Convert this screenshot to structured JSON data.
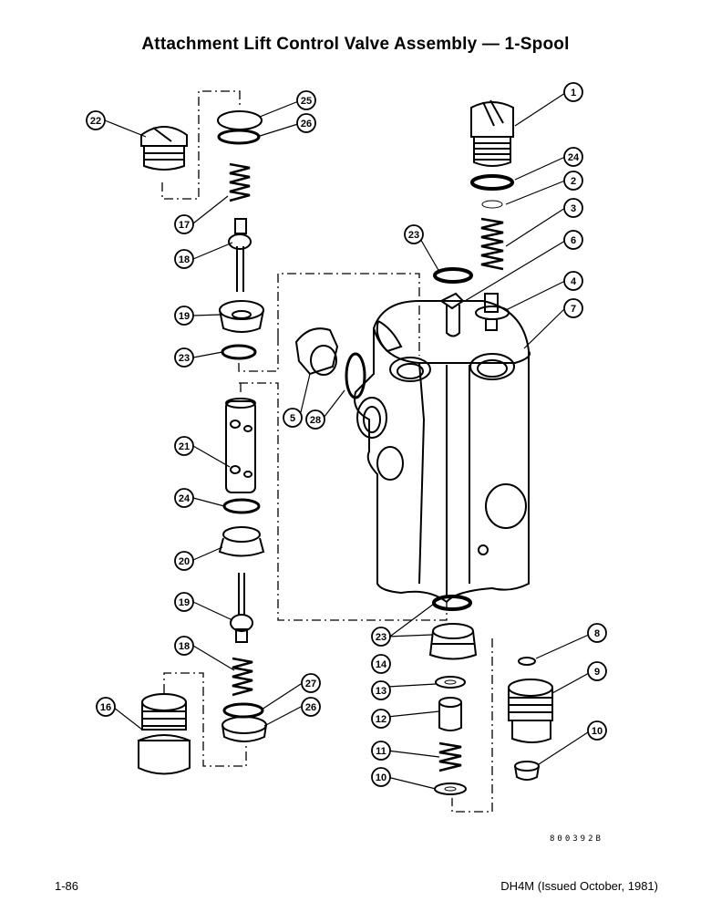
{
  "document": {
    "title": "Attachment Lift Control Valve Assembly — 1-Spool",
    "figure_number": "800392B",
    "page_number": "1-86",
    "publication": "DH4M (Issued October, 1981)"
  },
  "callouts": [
    {
      "id": "c1",
      "label": "1"
    },
    {
      "id": "c2",
      "label": "2"
    },
    {
      "id": "c3",
      "label": "3"
    },
    {
      "id": "c4",
      "label": "4"
    },
    {
      "id": "c5",
      "label": "5"
    },
    {
      "id": "c6",
      "label": "6"
    },
    {
      "id": "c7",
      "label": "7"
    },
    {
      "id": "c8",
      "label": "8"
    },
    {
      "id": "c9",
      "label": "9"
    },
    {
      "id": "c10",
      "label": "10"
    },
    {
      "id": "c11",
      "label": "11"
    },
    {
      "id": "c12",
      "label": "12"
    },
    {
      "id": "c13",
      "label": "13"
    },
    {
      "id": "c14",
      "label": "14"
    },
    {
      "id": "c16",
      "label": "16"
    },
    {
      "id": "c17",
      "label": "17"
    },
    {
      "id": "c18a",
      "label": "18"
    },
    {
      "id": "c18b",
      "label": "18"
    },
    {
      "id": "c19a",
      "label": "19"
    },
    {
      "id": "c19b",
      "label": "19"
    },
    {
      "id": "c20a",
      "label": "20"
    },
    {
      "id": "c20b",
      "label": "20"
    },
    {
      "id": "c21",
      "label": "21"
    },
    {
      "id": "c22",
      "label": "22"
    },
    {
      "id": "c23a",
      "label": "23"
    },
    {
      "id": "c23b",
      "label": "23"
    },
    {
      "id": "c24a",
      "label": "24"
    },
    {
      "id": "c24b",
      "label": "24"
    },
    {
      "id": "c25",
      "label": "25"
    },
    {
      "id": "c26a",
      "label": "26"
    },
    {
      "id": "c26b",
      "label": "26"
    },
    {
      "id": "c27a",
      "label": "27"
    },
    {
      "id": "c27b",
      "label": "27"
    },
    {
      "id": "c28",
      "label": "28"
    }
  ]
}
